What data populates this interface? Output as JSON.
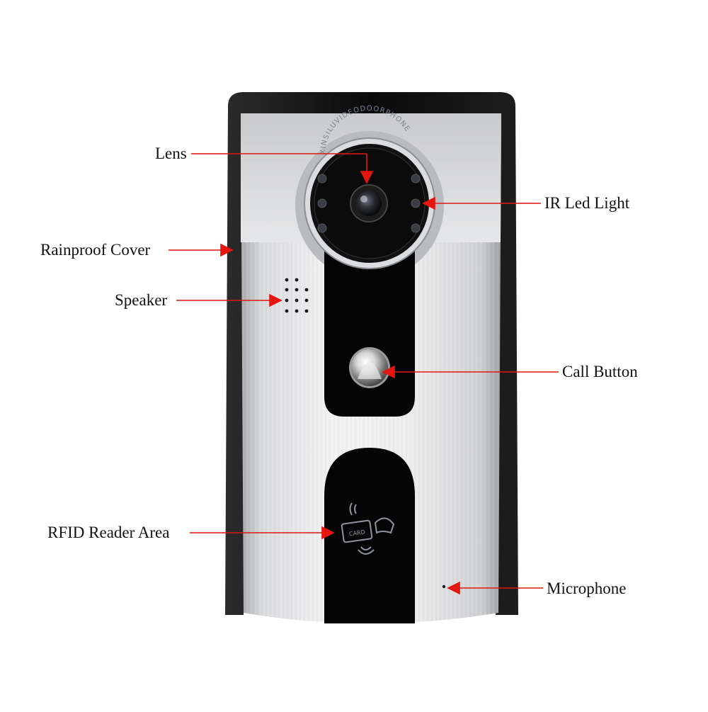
{
  "device": {
    "lens_ring_text": "XINSILUVIDEODOORPHONE",
    "rfid_badge": "CARD"
  },
  "callouts": {
    "lens": "Lens",
    "ir_led_light": "IR Led Light",
    "rainproof_cover": "Rainproof Cover",
    "speaker": "Speaker",
    "call_button": "Call Button",
    "rfid_reader_area": "RFID Reader Area",
    "microphone": "Microphone"
  },
  "colors": {
    "arrow": "#e3170f",
    "cover": "#0d0d0d",
    "panel_light": "#f2f2f3",
    "panel_dark": "#9a9ca0",
    "black_panel": "#050505"
  }
}
